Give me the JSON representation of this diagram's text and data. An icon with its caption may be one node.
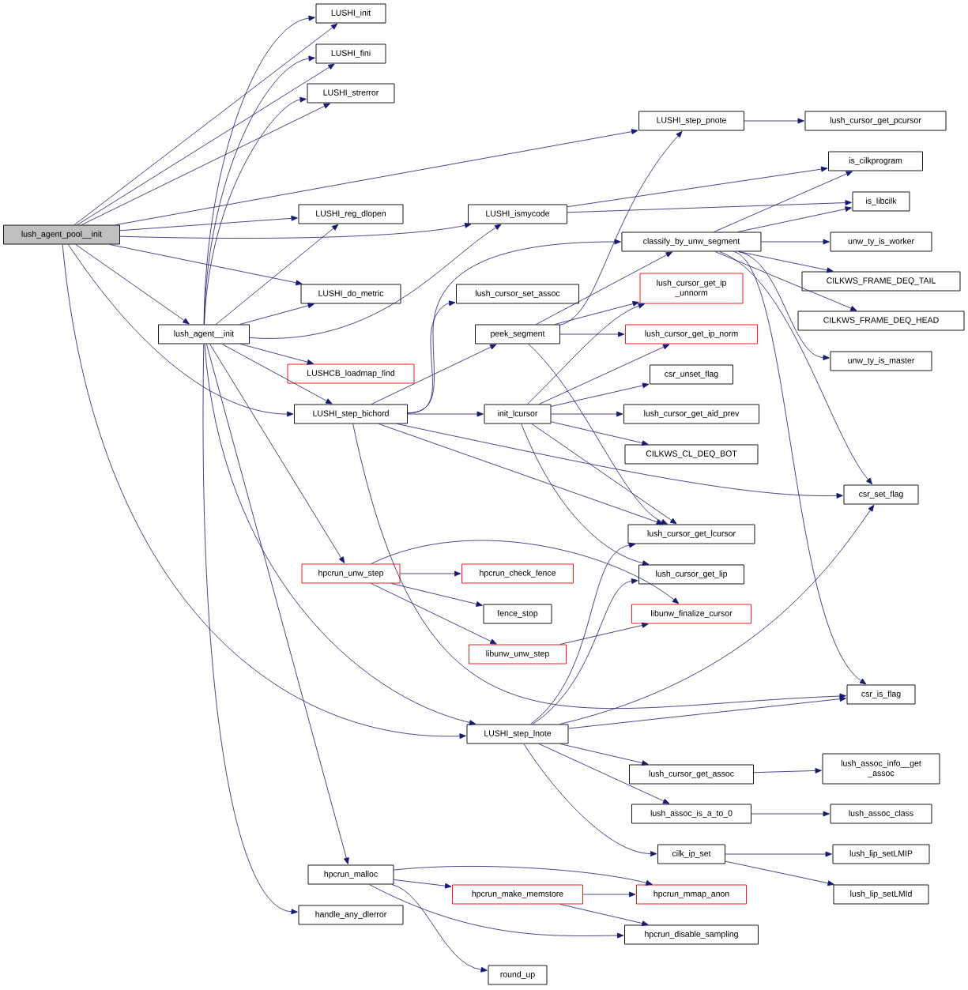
{
  "diagram": {
    "nodes": [
      {
        "text": [
          "lush_agent_pool__init"
        ]
      },
      {
        "text": [
          "LUSHI_init"
        ]
      },
      {
        "text": [
          "LUSHI_fini"
        ]
      },
      {
        "text": [
          "LUSHI_strerror"
        ]
      },
      {
        "text": [
          "LUSHI_step_pnote"
        ]
      },
      {
        "text": [
          "lush_cursor_get_pcursor"
        ]
      },
      {
        "text": [
          "is_cilkprogram"
        ]
      },
      {
        "text": [
          "is_libcilk"
        ]
      },
      {
        "text": [
          "LUSHI_reg_dlopen"
        ]
      },
      {
        "text": [
          "LUSHI_ismycode"
        ]
      },
      {
        "text": [
          "classify_by_unw_segment"
        ]
      },
      {
        "text": [
          "unw_ty_is_worker"
        ]
      },
      {
        "text": [
          "CILKWS_FRAME_DEQ_TAIL"
        ]
      },
      {
        "text": [
          "LUSHI_do_metric"
        ]
      },
      {
        "text": [
          "lush_cursor_set_assoc"
        ]
      },
      {
        "text": [
          "lush_cursor_get_ip _unnorm"
        ]
      },
      {
        "text": [
          "lush_agent__init"
        ]
      },
      {
        "text": [
          "peek_segment"
        ]
      },
      {
        "text": [
          "lush_cursor_get_ip_norm"
        ]
      },
      {
        "text": [
          "CILKWS_FRAME_DEQ_HEAD"
        ]
      },
      {
        "text": [
          "LUSHCB_loadmap_find"
        ]
      },
      {
        "text": [
          "csr_unset_flag"
        ]
      },
      {
        "text": [
          "unw_ty_is_master"
        ]
      },
      {
        "text": [
          "LUSHI_step_bichord"
        ]
      },
      {
        "text": [
          "init_lcursor"
        ]
      },
      {
        "text": [
          "lush_cursor_get_aid_prev"
        ]
      },
      {
        "text": [
          "CILKWS_CL_DEQ_BOT"
        ]
      },
      {
        "text": [
          "csr_set_flag"
        ]
      },
      {
        "text": [
          "lush_cursor_get_lcursor"
        ]
      },
      {
        "text": [
          "hpcrun_unw_step"
        ]
      },
      {
        "text": [
          "hpcrun_check_fence"
        ]
      },
      {
        "text": [
          "lush_cursor_get_lip"
        ]
      },
      {
        "text": [
          "fence_stop"
        ]
      },
      {
        "text": [
          "libunw_finalize_cursor"
        ]
      },
      {
        "text": [
          "libunw_unw_step"
        ]
      },
      {
        "text": [
          "csr_is_flag"
        ]
      },
      {
        "text": [
          "LUSHI_step_lnote"
        ]
      },
      {
        "text": [
          "lush_cursor_get_assoc"
        ]
      },
      {
        "text": [
          "lush_assoc_info__get _assoc"
        ]
      },
      {
        "text": [
          "lush_assoc_is_a_to_0"
        ]
      },
      {
        "text": [
          "lush_assoc_class"
        ]
      },
      {
        "text": [
          "cilk_ip_set"
        ]
      },
      {
        "text": [
          "lush_lip_setLMIP"
        ]
      },
      {
        "text": [
          "lush_lip_setLMId"
        ]
      },
      {
        "text": [
          "hpcrun_malloc"
        ]
      },
      {
        "text": [
          "hpcrun_make_memstore"
        ]
      },
      {
        "text": [
          "hpcrun_mmap_anon"
        ]
      },
      {
        "text": [
          "handle_any_dlerror"
        ]
      },
      {
        "text": [
          "hpcrun_disable_sampling"
        ]
      },
      {
        "text": [
          "round_up"
        ]
      }
    ],
    "edges": [
      {
        "from": 0,
        "to": 1,
        "arrow": "to"
      },
      {
        "from": 0,
        "to": 2,
        "arrow": "to"
      },
      {
        "from": 0,
        "to": 3,
        "arrow": "to"
      },
      {
        "from": 0,
        "to": 4,
        "arrow": "to"
      },
      {
        "from": 0,
        "to": 8,
        "arrow": "to"
      },
      {
        "from": 0,
        "to": 9,
        "arrow": "to"
      },
      {
        "from": 0,
        "to": 13,
        "arrow": "to"
      },
      {
        "from": 0,
        "to": 16,
        "arrow": "to"
      },
      {
        "from": 0,
        "to": 23,
        "arrow": "to"
      },
      {
        "from": 0,
        "to": 36,
        "arrow": "to"
      },
      {
        "from": 16,
        "to": 1,
        "arrow": "to"
      },
      {
        "from": 16,
        "to": 2,
        "arrow": "to"
      },
      {
        "from": 16,
        "to": 3,
        "arrow": "to"
      },
      {
        "from": 16,
        "to": 8,
        "arrow": "to"
      },
      {
        "from": 16,
        "to": 9,
        "arrow": "to"
      },
      {
        "from": 16,
        "to": 13,
        "arrow": "to"
      },
      {
        "from": 16,
        "to": 20,
        "arrow": "to"
      },
      {
        "from": 16,
        "to": 23,
        "arrow": "to"
      },
      {
        "from": 16,
        "to": 29,
        "arrow": "to"
      },
      {
        "from": 16,
        "to": 36,
        "arrow": "to"
      },
      {
        "from": 16,
        "to": 44,
        "arrow": "to"
      },
      {
        "from": 16,
        "to": 47,
        "arrow": "to"
      },
      {
        "from": 4,
        "to": 5,
        "arrow": "to"
      },
      {
        "from": 9,
        "to": 6,
        "arrow": "to"
      },
      {
        "from": 9,
        "to": 7,
        "arrow": "to"
      },
      {
        "from": 10,
        "to": 6,
        "arrow": "to"
      },
      {
        "from": 10,
        "to": 7,
        "arrow": "to"
      },
      {
        "from": 10,
        "to": 11,
        "arrow": "to"
      },
      {
        "from": 10,
        "to": 12,
        "arrow": "to"
      },
      {
        "from": 10,
        "to": 19,
        "arrow": "to"
      },
      {
        "from": 10,
        "to": 22,
        "arrow": "to"
      },
      {
        "from": 10,
        "to": 27,
        "arrow": "to"
      },
      {
        "from": 10,
        "to": 35,
        "arrow": "to"
      },
      {
        "from": 17,
        "to": 4,
        "arrow": "to"
      },
      {
        "from": 17,
        "to": 10,
        "arrow": "to"
      },
      {
        "from": 17,
        "to": 15,
        "arrow": "to"
      },
      {
        "from": 17,
        "to": 18,
        "arrow": "to"
      },
      {
        "from": 17,
        "to": 28,
        "arrow": "to"
      },
      {
        "from": 23,
        "to": 14,
        "arrow": "to"
      },
      {
        "from": 23,
        "to": 10,
        "arrow": "to"
      },
      {
        "from": 23,
        "to": 17,
        "arrow": "to"
      },
      {
        "from": 23,
        "to": 24,
        "arrow": "to"
      },
      {
        "from": 23,
        "to": 27,
        "arrow": "to"
      },
      {
        "from": 23,
        "to": 28,
        "arrow": "to"
      },
      {
        "from": 23,
        "to": 35,
        "arrow": "to"
      },
      {
        "from": 24,
        "to": 15,
        "arrow": "to"
      },
      {
        "from": 24,
        "to": 18,
        "arrow": "to"
      },
      {
        "from": 24,
        "to": 21,
        "arrow": "to"
      },
      {
        "from": 24,
        "to": 25,
        "arrow": "to"
      },
      {
        "from": 24,
        "to": 26,
        "arrow": "to"
      },
      {
        "from": 24,
        "to": 28,
        "arrow": "to"
      },
      {
        "from": 24,
        "to": 31,
        "arrow": "to"
      },
      {
        "from": 29,
        "to": 30,
        "arrow": "to"
      },
      {
        "from": 29,
        "to": 32,
        "arrow": "to"
      },
      {
        "from": 29,
        "to": 34,
        "arrow": "to"
      },
      {
        "from": 29,
        "to": 33,
        "arrow": "to"
      },
      {
        "from": 34,
        "to": 33,
        "arrow": "to"
      },
      {
        "from": 36,
        "to": 28,
        "arrow": "to"
      },
      {
        "from": 36,
        "to": 31,
        "arrow": "to"
      },
      {
        "from": 36,
        "to": 27,
        "arrow": "to"
      },
      {
        "from": 36,
        "to": 35,
        "arrow": "to"
      },
      {
        "from": 36,
        "to": 37,
        "arrow": "to"
      },
      {
        "from": 36,
        "to": 39,
        "arrow": "to"
      },
      {
        "from": 36,
        "to": 41,
        "arrow": "to"
      },
      {
        "from": 37,
        "to": 38,
        "arrow": "to"
      },
      {
        "from": 39,
        "to": 40,
        "arrow": "to"
      },
      {
        "from": 41,
        "to": 42,
        "arrow": "to"
      },
      {
        "from": 41,
        "to": 43,
        "arrow": "to"
      },
      {
        "from": 44,
        "to": 45,
        "arrow": "to"
      },
      {
        "from": 44,
        "to": 46,
        "arrow": "to"
      },
      {
        "from": 44,
        "to": 48,
        "arrow": "to"
      },
      {
        "from": 44,
        "to": 49,
        "arrow": "to"
      },
      {
        "from": 45,
        "to": 46,
        "arrow": "to"
      },
      {
        "from": 45,
        "to": 48,
        "arrow": "to"
      }
    ]
  }
}
